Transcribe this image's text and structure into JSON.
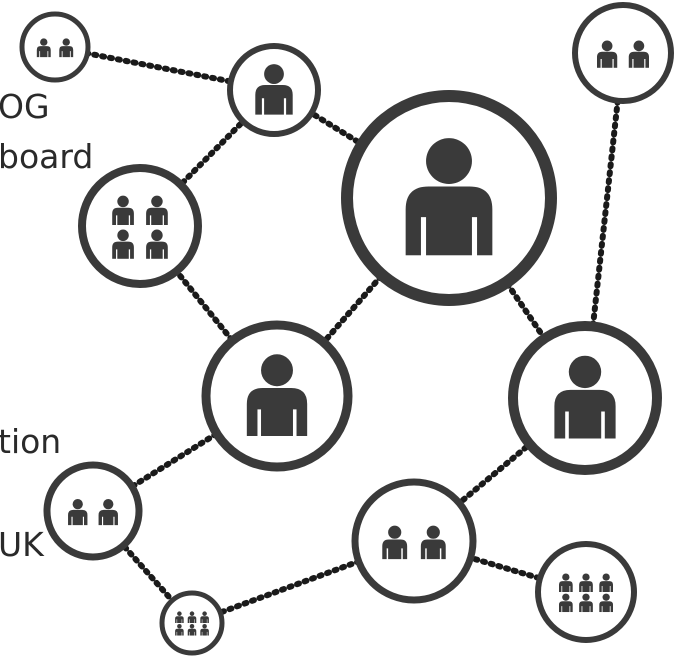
{
  "text_fragments": {
    "top_a": "OG",
    "top_b": "board",
    "mid": "tion",
    "bottom": "UK"
  },
  "colors": {
    "ink": "#3a3a3a",
    "edge": "#1a1a1a",
    "background": "#ffffff"
  },
  "nodes": [
    {
      "id": "n-small-topleft",
      "people": 2
    },
    {
      "id": "n-person-top",
      "people": 1
    },
    {
      "id": "n-group-four",
      "people": 4
    },
    {
      "id": "n-person-big",
      "people": 1
    },
    {
      "id": "n-small-topright",
      "people": 2
    },
    {
      "id": "n-person-mid",
      "people": 1
    },
    {
      "id": "n-person-right",
      "people": 1
    },
    {
      "id": "n-small-left",
      "people": 2
    },
    {
      "id": "n-small-bottom",
      "people": 2
    },
    {
      "id": "n-six-bottomleft",
      "people": 6
    },
    {
      "id": "n-six-bottomright",
      "people": 6
    }
  ],
  "edges": [
    [
      "n-small-topleft",
      "n-person-top"
    ],
    [
      "n-person-top",
      "n-group-four"
    ],
    [
      "n-person-top",
      "n-person-big"
    ],
    [
      "n-group-four",
      "n-person-mid"
    ],
    [
      "n-person-big",
      "n-person-mid"
    ],
    [
      "n-person-big",
      "n-person-right"
    ],
    [
      "n-small-topright",
      "n-person-right"
    ],
    [
      "n-person-mid",
      "n-small-left"
    ],
    [
      "n-small-left",
      "n-six-bottomleft"
    ],
    [
      "n-six-bottomleft",
      "n-small-bottom"
    ],
    [
      "n-small-bottom",
      "n-person-right"
    ],
    [
      "n-small-bottom",
      "n-six-bottomright"
    ]
  ]
}
